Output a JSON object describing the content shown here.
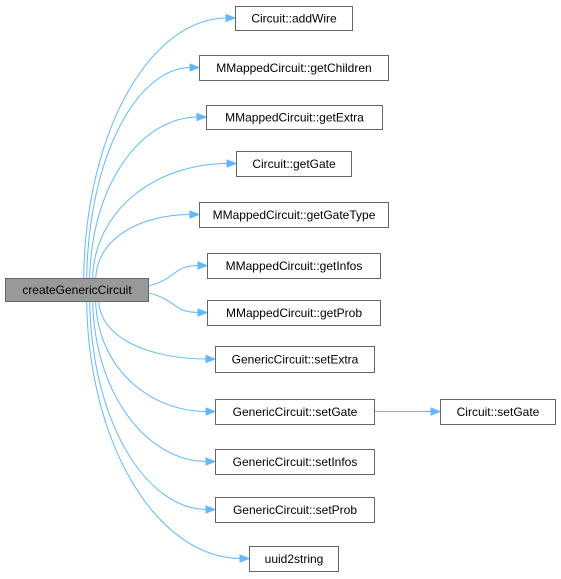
{
  "graph": {
    "root": {
      "label": "createGenericCircuit"
    },
    "callees": [
      {
        "id": "n1",
        "label": "Circuit::addWire"
      },
      {
        "id": "n2",
        "label": "MMappedCircuit::getChildren"
      },
      {
        "id": "n3",
        "label": "MMappedCircuit::getExtra"
      },
      {
        "id": "n4",
        "label": "Circuit::getGate"
      },
      {
        "id": "n5",
        "label": "MMappedCircuit::getGateType"
      },
      {
        "id": "n6",
        "label": "MMappedCircuit::getInfos"
      },
      {
        "id": "n7",
        "label": "MMappedCircuit::getProb"
      },
      {
        "id": "n8",
        "label": "GenericCircuit::setExtra"
      },
      {
        "id": "n9",
        "label": "GenericCircuit::setGate"
      },
      {
        "id": "n10",
        "label": "GenericCircuit::setInfos"
      },
      {
        "id": "n11",
        "label": "GenericCircuit::setProb"
      },
      {
        "id": "n12",
        "label": "uuid2string"
      }
    ],
    "second_level": [
      {
        "id": "n13",
        "label": "Circuit::setGate",
        "from": "n9"
      }
    ],
    "colors": {
      "edge": "#63b8ff",
      "root_fill": "#999999",
      "node_fill": "#ffffff",
      "node_border": "#666666"
    }
  }
}
